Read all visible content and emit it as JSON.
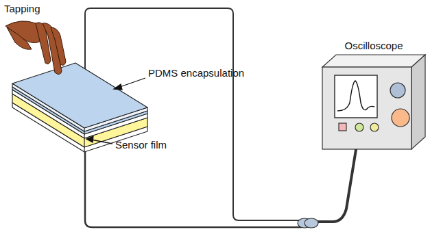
{
  "diagram": {
    "nodes": [
      {
        "text": [
          "Oscilloscope"
        ]
      }
    ],
    "labels": [
      "Tapping",
      "PDMS encapsulation",
      "Sensor film"
    ]
  }
}
